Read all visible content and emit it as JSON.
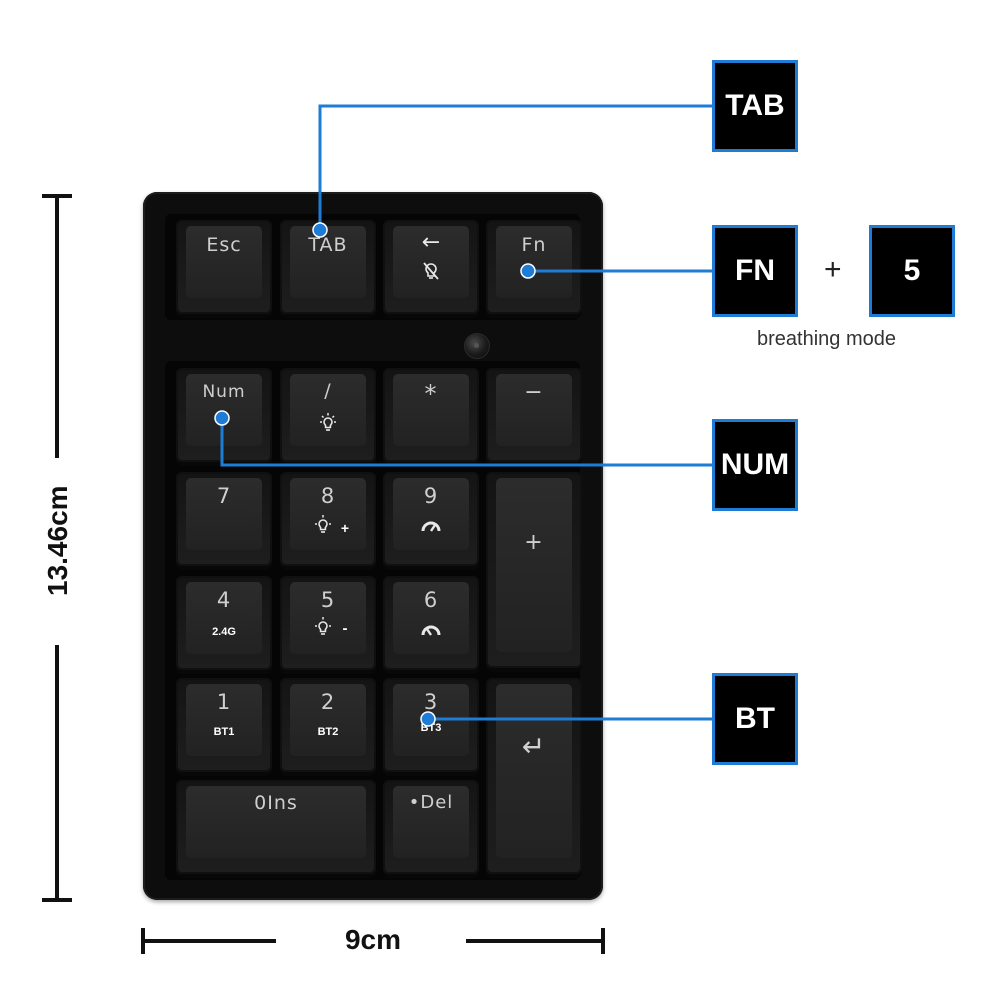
{
  "keys": {
    "esc": "Esc",
    "tab": "TAB",
    "backspace_icon": "←",
    "fn": "Fn",
    "num": "Num",
    "slash": "/",
    "asterisk": "*",
    "minus": "−",
    "plus": "+",
    "k7": "7",
    "k8": "8",
    "k9": "9",
    "k4": "4",
    "k4_sub": "2.4G",
    "k5": "5",
    "k6": "6",
    "k1": "1",
    "k1_sub": "BT1",
    "k2": "2",
    "k2_sub": "BT2",
    "k3": "3",
    "k3_sub": "BT3",
    "k0": "0Ins",
    "del": "•Del",
    "enter_icon": "↵",
    "light_plus": "+",
    "light_minus": "-"
  },
  "callouts": {
    "tab": "TAB",
    "fn": "FN",
    "plus": "+",
    "five": "5",
    "breathing": "breathing mode",
    "num": "NUM",
    "bt": "BT"
  },
  "dimensions": {
    "height": "13.46cm",
    "width": "9cm"
  },
  "colors": {
    "accent": "#1e7bd6",
    "keyboard": "#0d0d0d"
  }
}
